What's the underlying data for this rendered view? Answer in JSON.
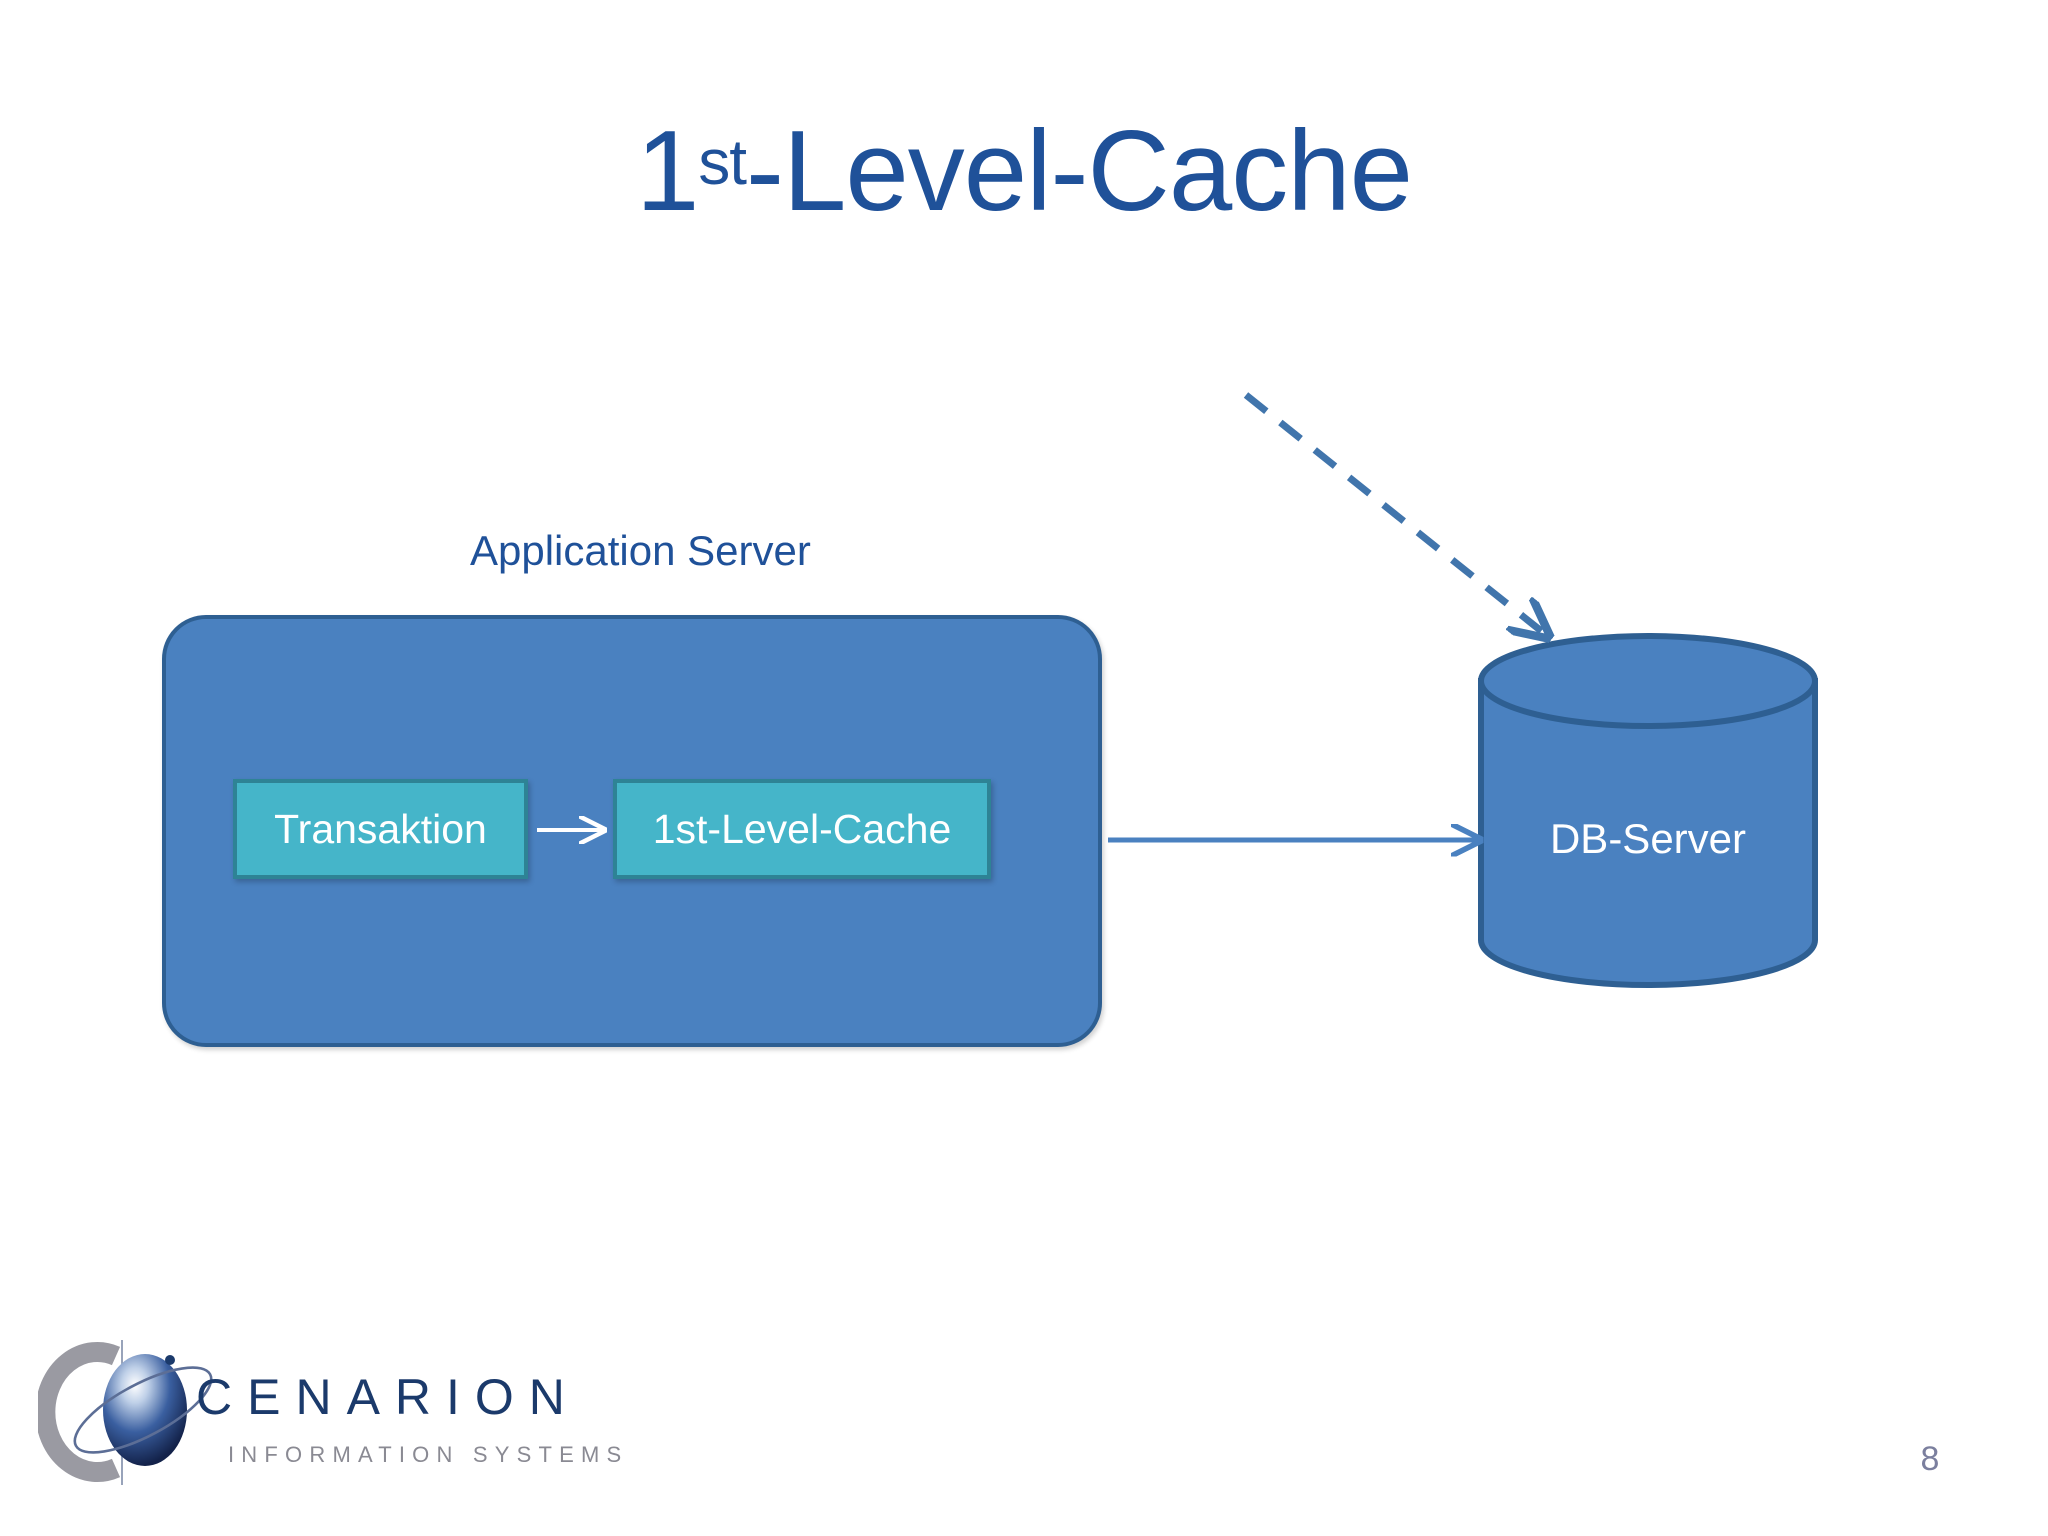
{
  "slide": {
    "title_main": "1",
    "title_superscript": "st",
    "title_rest": "-Level-Cache",
    "title_full": "1st-Level-Cache",
    "page_number": "8",
    "background_color": "#FFFFFF"
  },
  "diagram": {
    "app_server": {
      "label": "Application Server",
      "fill_color": "#4A81C0",
      "border_color": "#2E5F92",
      "label_color": "#1F5199"
    },
    "inner_boxes": [
      {
        "id": "transaktion",
        "label": "Transaktion",
        "fill_color": "#45B5C9",
        "border_color": "#2E8395",
        "text_color": "#FFFFFF"
      },
      {
        "id": "first-level-cache",
        "label": "1st-Level-Cache",
        "fill_color": "#45B5C9",
        "border_color": "#2E8395",
        "text_color": "#FFFFFF"
      }
    ],
    "db_server": {
      "label": "DB-Server",
      "fill_color": "#4A81C0",
      "border_color": "#2E5F92",
      "text_color": "#FFFFFF"
    },
    "connectors": [
      {
        "id": "transaktion-to-cache",
        "style": "solid",
        "color": "#FFFFFF",
        "from": "transaktion",
        "to": "first-level-cache"
      },
      {
        "id": "app-server-to-db",
        "style": "solid",
        "color": "#4A81C0",
        "from": "app-server",
        "to": "db-server"
      },
      {
        "id": "annotation-to-db",
        "style": "dashed",
        "color": "#4175AC",
        "from": "",
        "to": "db-server"
      }
    ]
  },
  "footer": {
    "logo_wordmark": "CENARION",
    "logo_tagline": "INFORMATION SYSTEMS",
    "wordmark_color": "#1B3A6B",
    "tagline_color": "#8A8A93"
  }
}
